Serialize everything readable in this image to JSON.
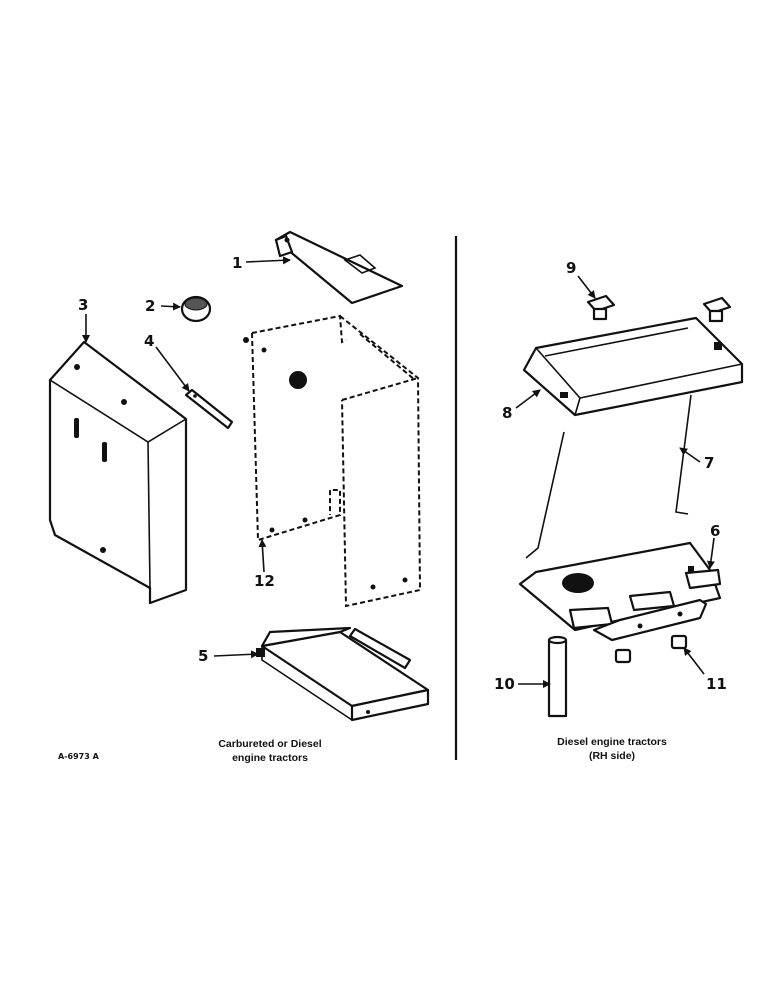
{
  "callouts": {
    "c1": "1",
    "c2": "2",
    "c3": "3",
    "c4": "4",
    "c5": "5",
    "c6": "6",
    "c7": "7",
    "c8": "8",
    "c9": "9",
    "c10": "10",
    "c11": "11",
    "c12": "12"
  },
  "captions": {
    "left_line1": "Carbureted or Diesel",
    "left_line2": "engine tractors",
    "right_line1": "Diesel engine tractors",
    "right_line2": "(RH side)",
    "code": "A-6973 A"
  }
}
